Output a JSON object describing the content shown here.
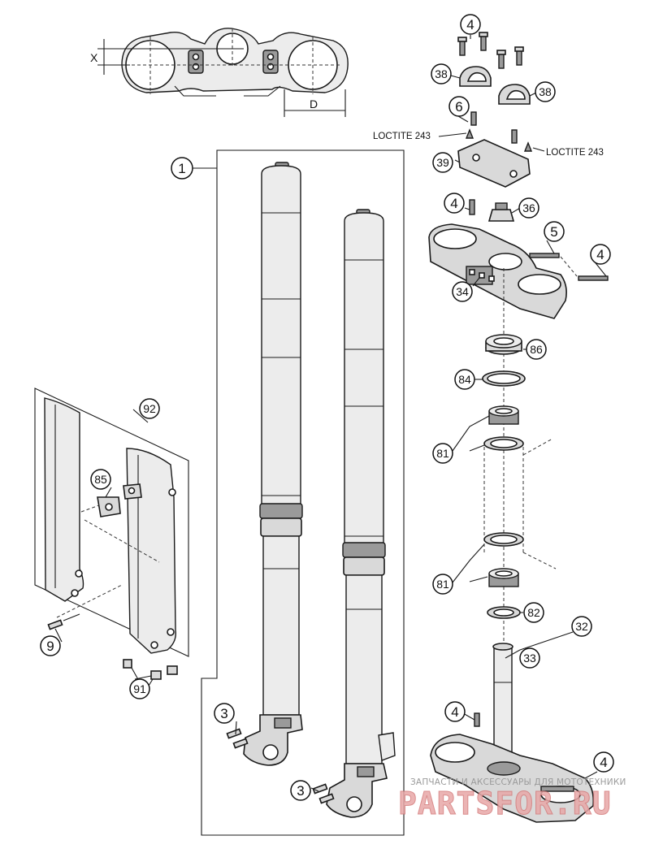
{
  "diagram": {
    "callouts": {
      "c1": "1",
      "c3a": "3",
      "c3b": "3",
      "c4_top": "4",
      "c4_clamp": "4",
      "c4_right": "4",
      "c4_lower": "4",
      "c4_bottom": "4",
      "c5": "5",
      "c6": "6",
      "c9": "9",
      "c32": "32",
      "c33": "33",
      "c34": "34",
      "c36": "36",
      "c38a": "38",
      "c38b": "38",
      "c39": "39",
      "c81a": "81",
      "c81b": "81",
      "c82": "82",
      "c84": "84",
      "c85": "85",
      "c86": "86",
      "c91": "91",
      "c92": "92"
    },
    "notes": {
      "loctite_left": "LOCTITE 243",
      "loctite_right": "LOCTITE 243"
    },
    "dimensions": {
      "x": "X",
      "d": "D"
    },
    "watermark": {
      "caption": "ЗАПЧАСТИ И АКСЕССУАРЫ ДЛЯ МОТОТЕХНИКИ",
      "brand": "PARTSFOR.RU"
    }
  }
}
